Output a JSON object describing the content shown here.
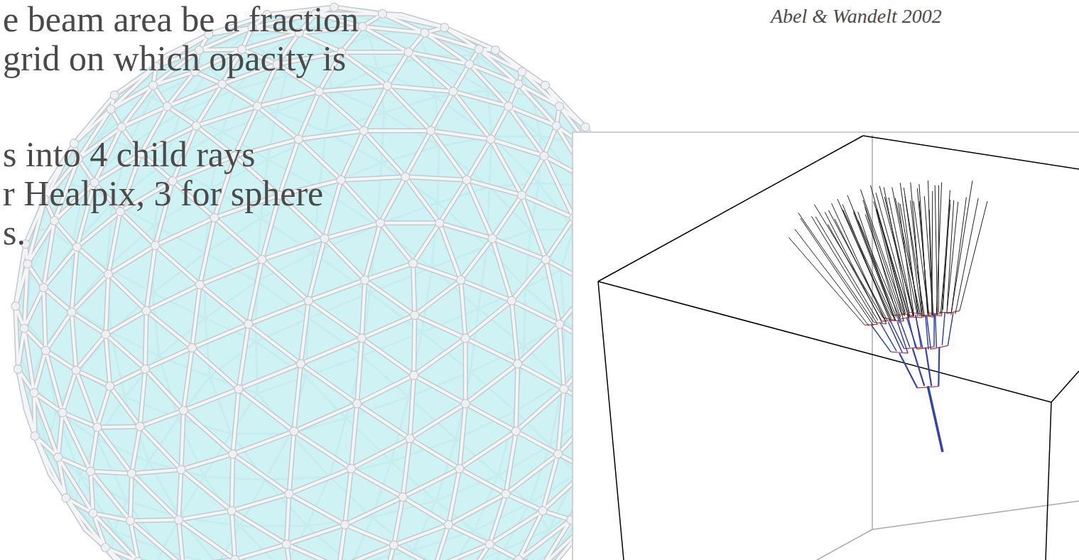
{
  "diagram": {
    "labels": [
      "e beam area be a fraction",
      "grid on which opacity is",
      "s into 4 child rays",
      "r Healpix, 3 for sphere",
      "s.",
      "Abel & Wandelt 2002"
    ]
  }
}
